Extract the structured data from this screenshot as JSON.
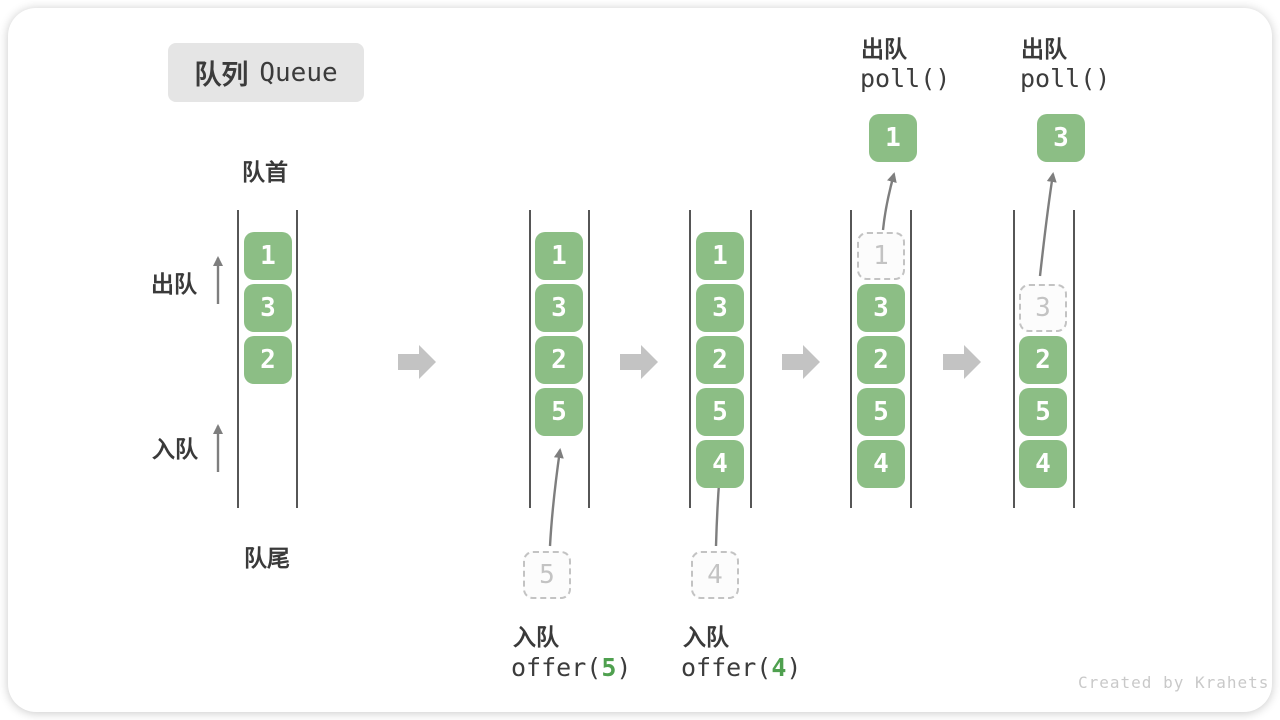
{
  "diagram": {
    "title_zh": "队列",
    "title_en": "Queue",
    "front_label": "队首",
    "rear_label": "队尾",
    "dequeue_label": "出队",
    "enqueue_label": "入队",
    "watermark": "Created by Krahets"
  },
  "colors": {
    "box_green": "#8CBE85",
    "code_arg_green": "#4FA04F",
    "block_arrow_gray": "#C3C3C3",
    "thin_arrow_gray": "#7E7E7E",
    "text_dark": "#3A3A3A",
    "ghost_gray": "#C3C3C3",
    "title_box_bg": "#E5E5E5"
  },
  "states": [
    {
      "boxes": [
        "1",
        "3",
        "2"
      ]
    },
    {
      "boxes": [
        "1",
        "3",
        "2",
        "5"
      ],
      "incoming": "5",
      "op_label": "入队",
      "op_fn": "offer(",
      "op_arg": "5",
      "op_close": ")"
    },
    {
      "boxes": [
        "1",
        "3",
        "2",
        "5",
        "4"
      ],
      "incoming": "4",
      "op_label": "入队",
      "op_fn": "offer(",
      "op_arg": "4",
      "op_close": ")"
    },
    {
      "boxes": [
        "3",
        "2",
        "5",
        "4"
      ],
      "removed": "1",
      "popped": "1",
      "op_label": "出队",
      "op_fn": "poll()"
    },
    {
      "boxes": [
        "2",
        "5",
        "4"
      ],
      "removed": "3",
      "popped": "3",
      "op_label": "出队",
      "op_fn": "poll()"
    }
  ]
}
